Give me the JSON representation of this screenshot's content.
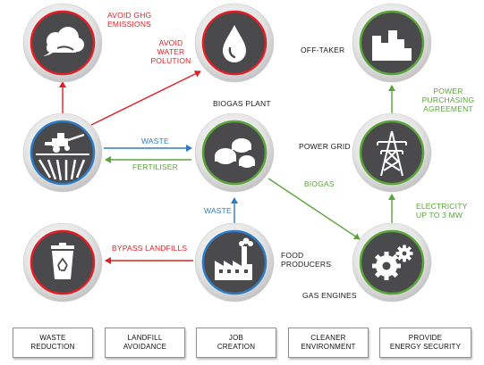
{
  "nodes": {
    "ghg": {
      "label": "AVOID GHG\nEMISSIONS",
      "icon": "cloud-icon"
    },
    "water": {
      "label": "AVOID\nWATER\nPOLUTION",
      "icon": "water-drop-icon"
    },
    "biogas_plant": {
      "label": "BIOGAS PLANT",
      "icon": "biogas-tanks-icon"
    },
    "farm": {
      "label": "",
      "icon": "harvester-icon"
    },
    "landfill": {
      "label": "",
      "icon": "recycle-bin-icon"
    },
    "food": {
      "label": "FOOD\nPRODUCERS",
      "icon": "factory-icon"
    },
    "offtaker": {
      "label": "OFF-TAKER",
      "icon": "city-icon"
    },
    "grid": {
      "label": "POWER GRID",
      "icon": "pylon-icon"
    },
    "engines": {
      "label": "GAS ENGINES",
      "icon": "gears-icon"
    }
  },
  "flows": {
    "waste_top": "WASTE",
    "fertiliser": "FERTILISER",
    "waste_vertical": "WASTE",
    "bypass": "BYPASS LANDFILLS",
    "biogas": "BIOGAS",
    "ppa": "POWER\nPURCHASING\nAGREEMENT",
    "electricity": "ELECTRICITY\nUP TO 3 MW"
  },
  "footer": [
    "WASTE\nREDUCTION",
    "LANDFILL\nAVOIDANCE",
    "JOB\nCREATION",
    "CLEANER\nENVIRONMENT",
    "PROVIDE\nENERGY SECURITY"
  ],
  "colors": {
    "red": "#e01e26",
    "blue": "#2d7bc4",
    "green": "#5ba43a",
    "dark": "#4a4a4c"
  }
}
